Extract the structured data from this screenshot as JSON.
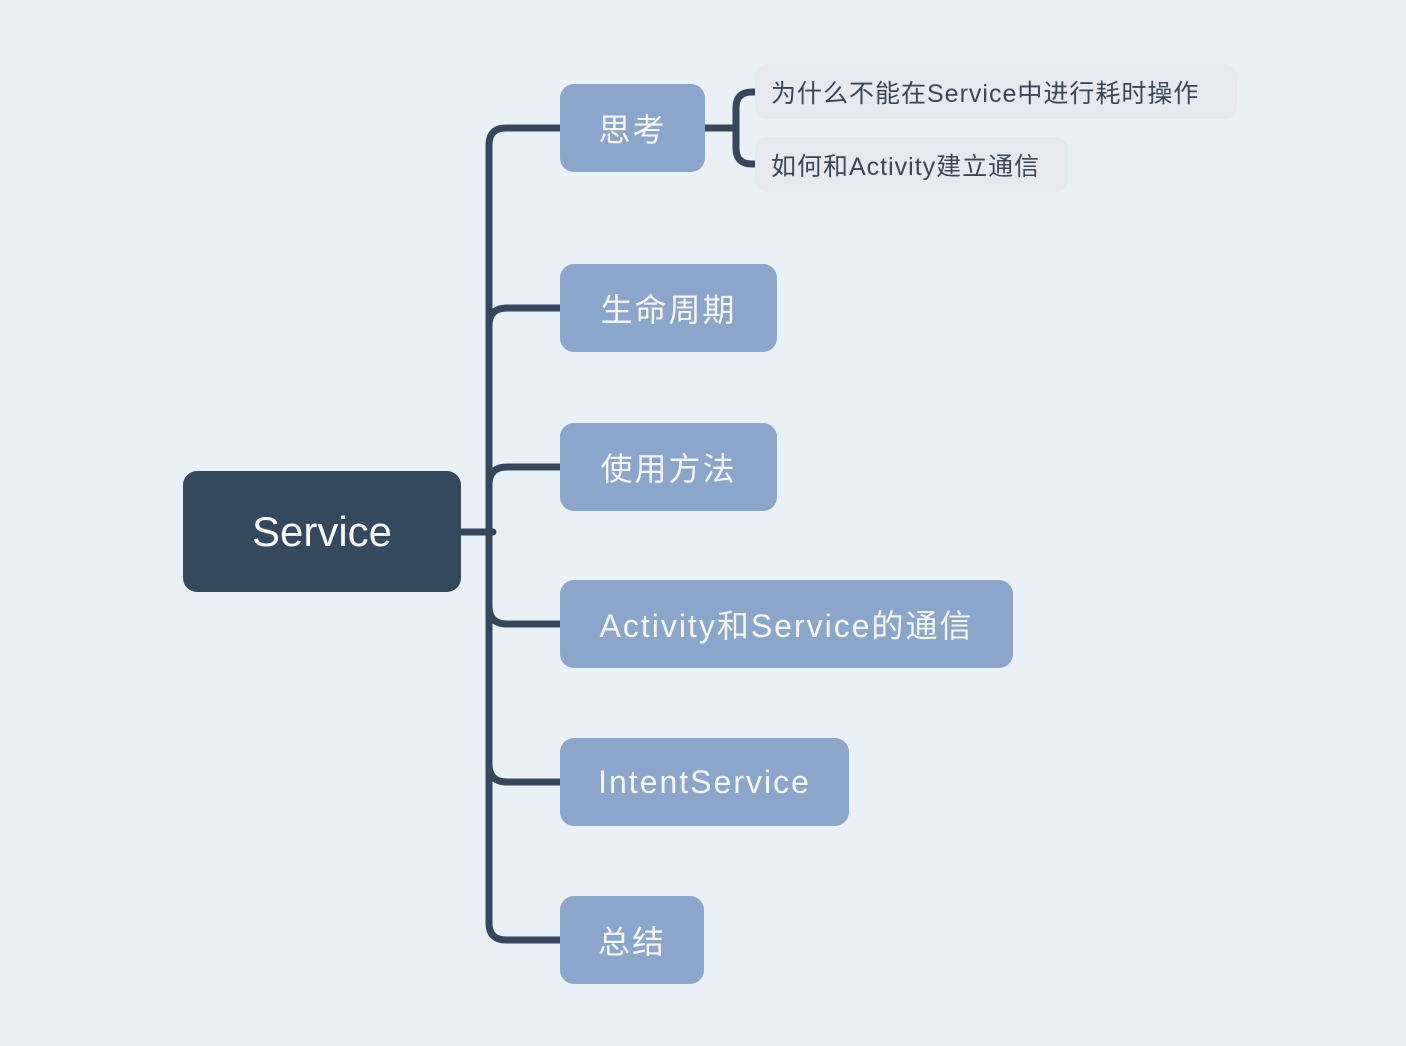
{
  "map": {
    "root": {
      "label": "Service"
    },
    "branches": [
      {
        "label": "思考",
        "children": [
          {
            "label": "为什么不能在Service中进行耗时操作"
          },
          {
            "label": "如何和Activity建立通信"
          }
        ]
      },
      {
        "label": "生命周期"
      },
      {
        "label": "使用方法"
      },
      {
        "label": "Activity和Service的通信"
      },
      {
        "label": "IntentService"
      },
      {
        "label": "总结"
      }
    ]
  },
  "colors": {
    "canvas_bg": "#EAF1F6",
    "root_bg": "#34495E",
    "root_text": "#F7F9FB",
    "branch_bg": "#8BA5CB",
    "branch_text": "#F4F7FA",
    "child_bg": "#E6E9EF",
    "child_text": "#3B4656",
    "connector": "#36465B"
  }
}
